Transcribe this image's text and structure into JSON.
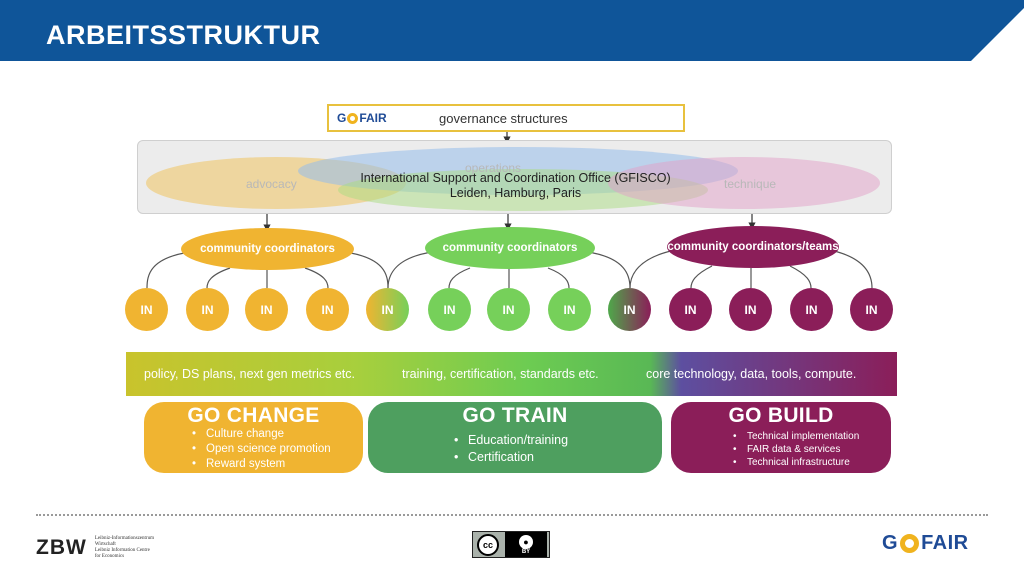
{
  "header": {
    "title": "ARBEITSSTRUKTUR",
    "bg_color": "#0f5599"
  },
  "governance": {
    "logo_go": "G",
    "logo_fair": "FAIR",
    "label": "governance structures"
  },
  "gfisco": {
    "advocacy": "advocacy",
    "operations": "operations",
    "technique": "technique",
    "title": "International Support and Coordination Office (GFISCO)",
    "locations": "Leiden, Hamburg, Paris"
  },
  "coordinators": [
    {
      "label": "community coordinators",
      "color": "#f0b431"
    },
    {
      "label": "community coordinators",
      "color": "#76d05a"
    },
    {
      "label": "community coordinators/teams",
      "color": "#8b1e59"
    }
  ],
  "in_label": "IN",
  "band": {
    "left": "policy, DS plans, next gen metrics etc.",
    "middle": "training, certification, standards etc.",
    "right": "core technology, data, tools, compute."
  },
  "go_boxes": {
    "change": {
      "title": "GO CHANGE",
      "items": [
        "Culture change",
        "Open science promotion",
        "Reward system"
      ]
    },
    "train": {
      "title": "GO TRAIN",
      "items": [
        "Education/training",
        "Certification"
      ]
    },
    "build": {
      "title": "GO BUILD",
      "items": [
        "Technical implementation",
        "FAIR data & services",
        "Technical infrastructure"
      ]
    }
  },
  "footer": {
    "zbw_mark": "ZBW",
    "zbw_lines": [
      "Leibniz-Informationszentrum",
      "Wirtschaft",
      "Leibniz Information Centre",
      "for Economics"
    ],
    "cc_c": "cc",
    "cc_by": "BY",
    "gofair_go": "G",
    "gofair_fair": "FAIR"
  }
}
